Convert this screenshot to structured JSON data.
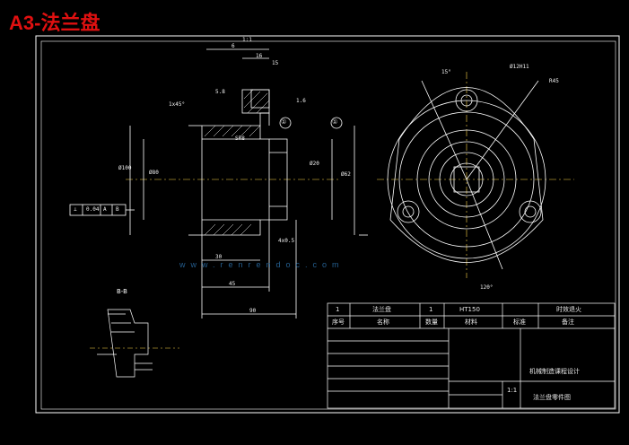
{
  "header": {
    "title": "A3-法兰盘"
  },
  "watermark": {
    "text": "www.renrendoc.com"
  },
  "section_label": "B-B",
  "callouts": [
    "①",
    "①"
  ],
  "dimensions": {
    "top_a": "1:1",
    "top_b": "6",
    "top_c": "16",
    "top_d": "15",
    "top_e": "1.6",
    "chamfer": "1x45°",
    "pin": "5.8",
    "sphere": "SR8",
    "dia_big": "Ø100",
    "dia_mid": "Ø80",
    "dia_small": "Ø62",
    "dia_bore": "Ø20",
    "len_a": "30",
    "len_b": "45",
    "len_c": "90",
    "len_d": "4x0.5",
    "angle": "15°",
    "hole": "Ø12H11",
    "r": "R45",
    "angle2": "120°"
  },
  "tolerance_frame": [
    "⊥",
    "0.04",
    "A",
    "B"
  ],
  "parts_table": {
    "row1": [
      "1",
      "法兰盘",
      "1",
      "HT150",
      "",
      "时效退火"
    ],
    "header": [
      "序号",
      "名称",
      "数量",
      "材料",
      "标准",
      "备注"
    ]
  },
  "title_block": {
    "project": "机械制造课程设计",
    "drawing": "法兰盘零件图",
    "scale": "1:1"
  },
  "colors": {
    "line": "#ffffff",
    "title": "#e01010",
    "watermark": "#2b6fa8",
    "background": "#000000"
  }
}
